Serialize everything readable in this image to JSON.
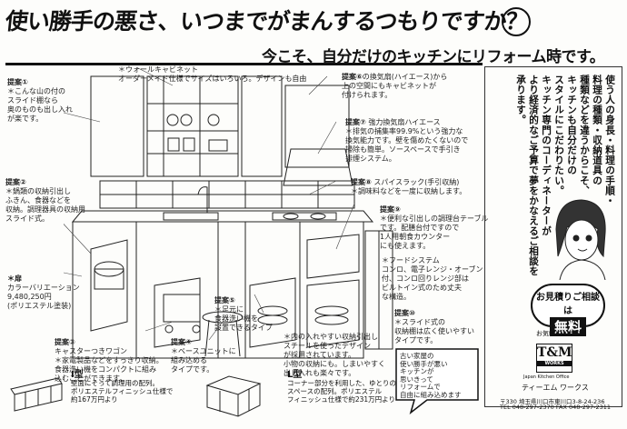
{
  "headline": "使い勝手の悪さ、いつまでがまんするつもりですか？",
  "subhead": "今こそ、自分だけのキッチンにリフォーム時です。",
  "callouts": {
    "c1_title": "提案①",
    "c1_body": [
      "＊こんな山の付の",
      "スライド棚なら",
      "奥のものも出し入れ",
      "が楽です。"
    ],
    "c2_title": "提案②",
    "c2_body": [
      "＊鍋類の収納引出し",
      "ふきん、食器などを",
      "収納。調理器具の収納用",
      "スライド式。"
    ],
    "c3_title": "＊扉",
    "c3_body": [
      "カラーバリエーション",
      "9,480,250円",
      "(ポリエステル塗装)"
    ],
    "c4_title": "提案③",
    "c4_body": [
      "キャスターつきワゴン",
      "＊家電製品などをすっきり収納。",
      "食器洗い機をコンパクトに組み",
      "込むことができます。"
    ],
    "c5_title": "提案④",
    "c5_body": [
      "＊ベースユニットに",
      "組み込める",
      "タイプです。"
    ],
    "c6_title": "提案⑤",
    "c6_body": [
      "＊足元に",
      "食器洗い機を",
      "設置できるタイプ"
    ],
    "c7_top": [
      "＊ウォールキャビネット",
      "オーダーメイド仕様でサイズはいろいろ。デザインも自由"
    ],
    "c8_title": "提案⑥",
    "c8_body": [
      "の換気扇(ハイエース)から",
      "上の空間にもキャビネットが",
      "付けられます。"
    ],
    "c9_title": "提案⑦",
    "c9_body": [
      "強力換気扇ハイエース",
      "＊排気の捕集率99.9%という強力な",
      "換気能力です。壁を傷めたくないので",
      "掃除も簡単。ソースペースで手引き",
      "排煙システム。"
    ],
    "c10_title": "提案⑧",
    "c10_body": [
      "スパイスラック(手引収納)",
      "＊調味料などを一度に収納します。"
    ],
    "c11_title": "提案⑨",
    "c11_body": [
      "＊便利な引出しの調理台テーブル",
      "です。配膳台付ですので",
      "1人用朝食カウンター",
      "にも使えます。"
    ],
    "c12_body": [
      "＊フードシステム",
      "コンロ、電子レンジ・オーブン",
      "付、コンロ回りレンジ部は",
      "ビルトイン式のため丈夫",
      "な構造。"
    ],
    "c13_title": "提案⑩",
    "c13_body": [
      "＊スライド式の",
      "収納棚は広く使いやすい",
      "タイプです。"
    ],
    "c14_body": [
      "＊内の入れやすい収納引出し",
      "スチールを使ったデザイン",
      "が採用されています。",
      "小物の収納にも。しまいやすく",
      "出し入れも楽々です。"
    ]
  },
  "side_panel_columns": [
    "使う人の身長・料理の手順・",
    "料理の種類・収納道具の",
    "種類などを違うからこそ、",
    "キッチンも自分だけの",
    "スタイルにこだわりたい。",
    "キッチン専門のコーディネーターが",
    "より経済的なご予算で夢をかなえるご相談を",
    "承ります。"
  ],
  "estimate": {
    "line1": "お見積り",
    "line2": "ご相談は",
    "free": "無料",
    "note": "お気軽にどうぞ"
  },
  "company": {
    "logo": "T&M",
    "logo_sub": "WORKS",
    "name_en": "Japan Kitchen Office",
    "name_jp": "ティーエム ワークス",
    "address": "〒330 埼玉県川口市東川口3-8-24-236",
    "phone": "TEL 048-297-2370  FAX 048-297-2311"
  },
  "layouts": {
    "i_title": "I型",
    "i_body": [
      "壁面にそって調理用の配列。",
      "ポリエステルフィニッシュ仕様で",
      "約167万円より"
    ],
    "l_title": "L型",
    "l_body": [
      "コーナー部分を利用した、ゆとりの",
      "スペースの配列。ポリエステル",
      "フィニッシュ仕様で約231万円より"
    ]
  },
  "promo": [
    "古い家屋の",
    "使い勝手が悪い",
    "キッチンが",
    "思いきって",
    "リフォームで",
    "自由に組み込めます"
  ]
}
